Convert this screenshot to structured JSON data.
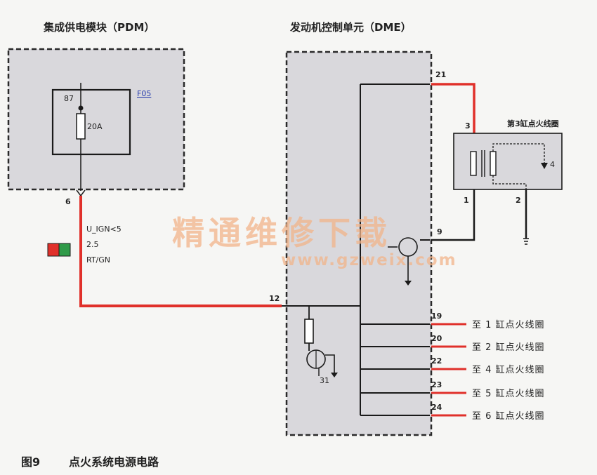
{
  "pdm": {
    "title": "集成供电模块（PDM）",
    "fuse_link": "F05",
    "fuse_pin": "87",
    "fuse_rating": "20A",
    "out_pin": "6"
  },
  "wire": {
    "signal": "U_IGN<5",
    "size": "2.5",
    "color_code": "RT/GN",
    "swatch_colors": [
      "#e0302a",
      "#2f9a48"
    ]
  },
  "dme": {
    "title": "发动机控制单元（DME）",
    "pin_in": "12",
    "pin_supply_out": "21",
    "pin_driver": "9",
    "ground_label": "31",
    "outputs": [
      {
        "pin": "19",
        "dest": "至 1 缸点火线圈"
      },
      {
        "pin": "20",
        "dest": "至 2 缸点火线圈"
      },
      {
        "pin": "22",
        "dest": "至 4 缸点火线圈"
      },
      {
        "pin": "23",
        "dest": "至 5 缸点火线圈"
      },
      {
        "pin": "24",
        "dest": "至 6 缸点火线圈"
      }
    ]
  },
  "coil": {
    "title": "第3缸点火线圈",
    "pin_top": "3",
    "pin_1": "1",
    "pin_2": "2",
    "pin_out": "4"
  },
  "watermark": {
    "text": "精通维修下载",
    "url": "www.gzweix.com"
  },
  "caption": {
    "figure": "图9",
    "title": "点火系统电源电路"
  },
  "colors": {
    "wire_red": "#e0302a",
    "wire_black": "#1a1a1a",
    "box_fill": "#d9d8dc",
    "link_blue": "#2a3fae"
  }
}
